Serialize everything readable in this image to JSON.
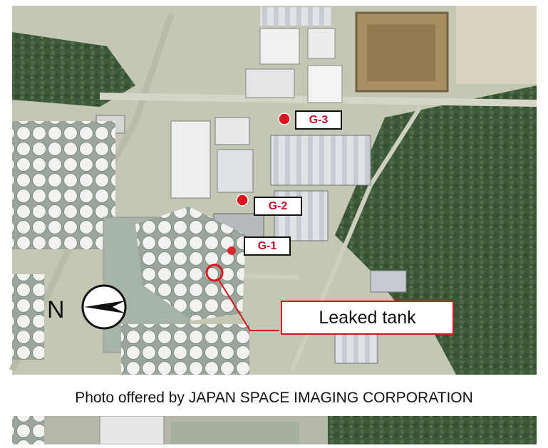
{
  "labels": {
    "g3": "G-3",
    "g2": "G-2",
    "g1": "G-1",
    "leaked_tank": "Leaked tank",
    "north": "N"
  },
  "caption": "Photo offered by JAPAN SPACE IMAGING CORPORATION",
  "colors": {
    "marker_red": "#e0121f",
    "callout_red": "#d8151b",
    "label_text_red": "#c8102e"
  }
}
